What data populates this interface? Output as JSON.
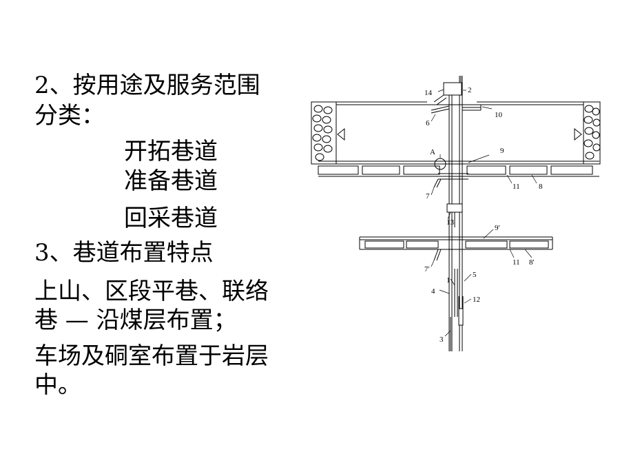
{
  "text": {
    "line1": "2、按用途及服务范围",
    "line2": "分类：",
    "item1": "开拓巷道",
    "item2": "准备巷道",
    "item3": "回采巷道",
    "line3": "3、巷道布置特点",
    "line4": "上山、区段平巷、联络",
    "line5": "巷  —  沿煤层布置；",
    "line6": "车场及硐室布置于岩层",
    "line7": "中。"
  },
  "diagram": {
    "labels": {
      "n14": "14",
      "n2": "2",
      "n10": "10",
      "n6": "6",
      "nA": "A",
      "n9": "9",
      "n11": "11",
      "n8": "8",
      "n7": "7",
      "n13": "13",
      "n9p": "9'",
      "n11b": "11",
      "n8p": "8'",
      "n7p": "7'",
      "n1": "1",
      "n5": "5",
      "n4": "4",
      "n12": "12",
      "n3": "3"
    }
  }
}
